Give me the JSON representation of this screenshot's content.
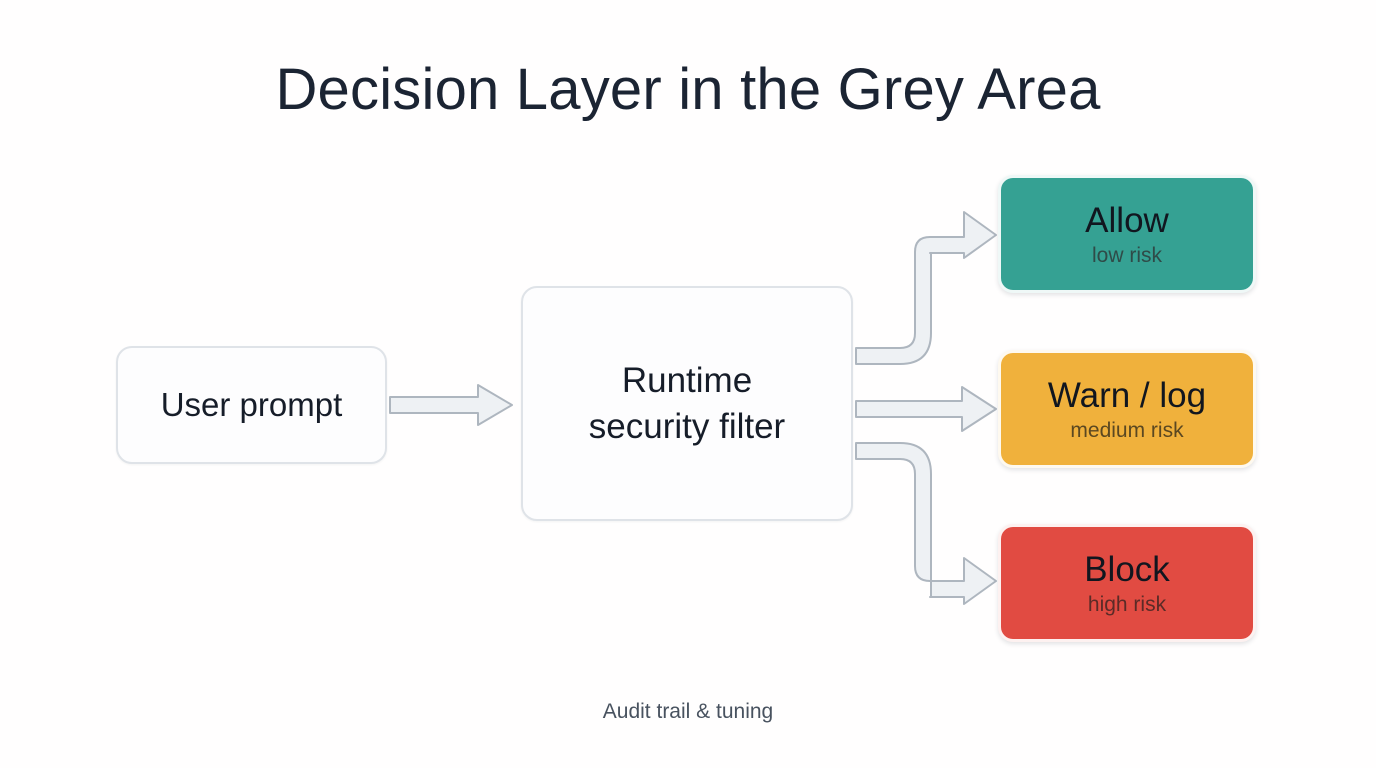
{
  "title": "Decision Layer in the Grey Area",
  "footer": "Audit trail & tuning",
  "background_color": "#fffefe",
  "title_color": "#1b2433",
  "nodes": {
    "input": {
      "label": "User prompt"
    },
    "filter": {
      "label": "Runtime\nsecurity filter"
    },
    "allow": {
      "label": "Allow",
      "sub": "low risk",
      "color": "#35a193"
    },
    "warn": {
      "label": "Warn / log",
      "sub": "medium risk",
      "color": "#f0b13c"
    },
    "block": {
      "label": "Block",
      "sub": "high risk",
      "color": "#e14b42"
    }
  },
  "connectors": {
    "fill": "#eef1f4",
    "stroke": "#aeb6bf",
    "edges": [
      {
        "from": "input",
        "to": "filter",
        "shape": "straight"
      },
      {
        "from": "filter",
        "to": "allow",
        "shape": "s-curve-up"
      },
      {
        "from": "filter",
        "to": "warn",
        "shape": "straight"
      },
      {
        "from": "filter",
        "to": "block",
        "shape": "s-curve-down"
      }
    ]
  }
}
